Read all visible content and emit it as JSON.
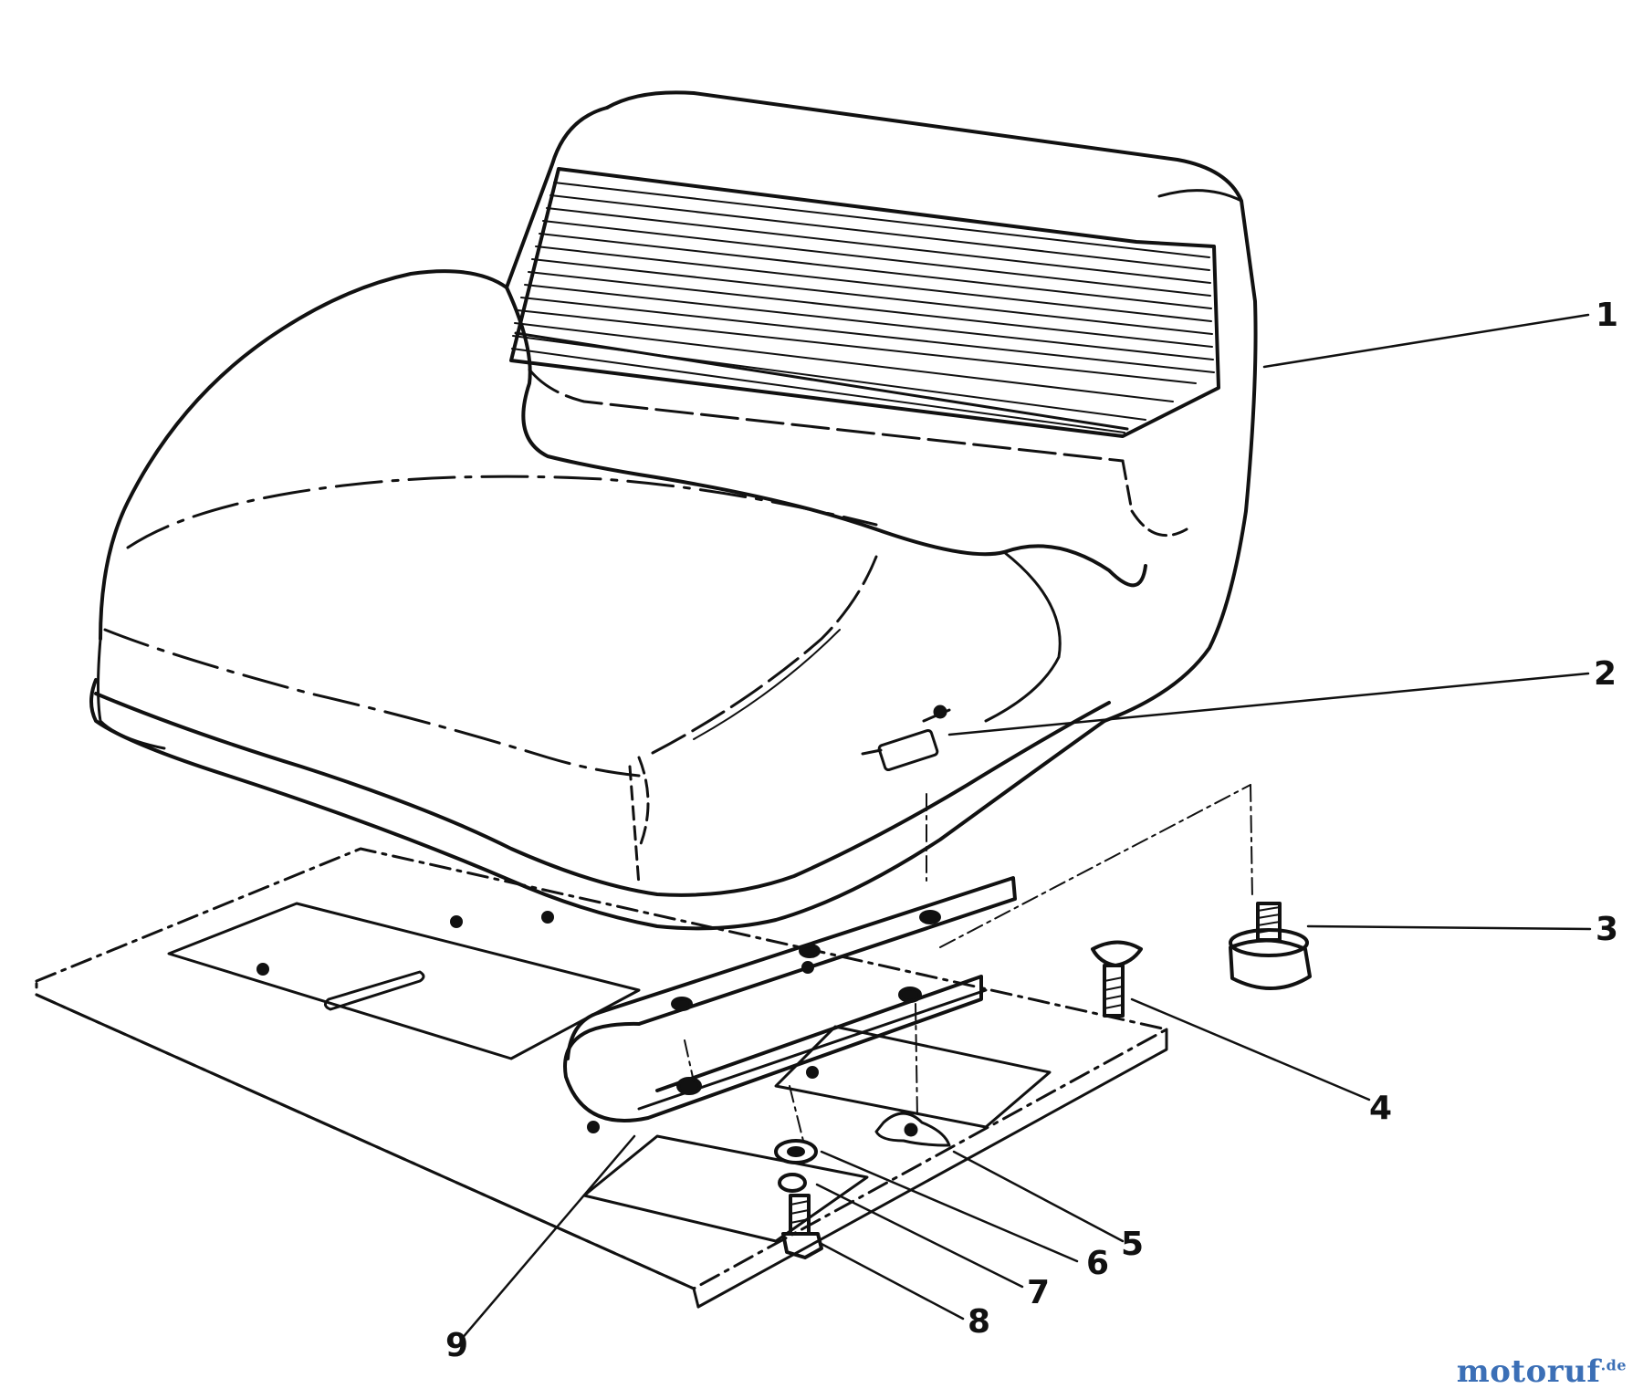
{
  "diagram": {
    "callouts": [
      {
        "id": 1,
        "label": "1"
      },
      {
        "id": 2,
        "label": "2"
      },
      {
        "id": 3,
        "label": "3"
      },
      {
        "id": 4,
        "label": "4"
      },
      {
        "id": 5,
        "label": "5"
      },
      {
        "id": 6,
        "label": "6"
      },
      {
        "id": 7,
        "label": "7"
      },
      {
        "id": 8,
        "label": "8"
      },
      {
        "id": 9,
        "label": "9"
      }
    ]
  },
  "watermark": {
    "brand": "motoruf",
    "suffix": ".de",
    "color": "#3b6fb6"
  },
  "colors": {
    "ink": "#111111",
    "background": "#ffffff"
  }
}
